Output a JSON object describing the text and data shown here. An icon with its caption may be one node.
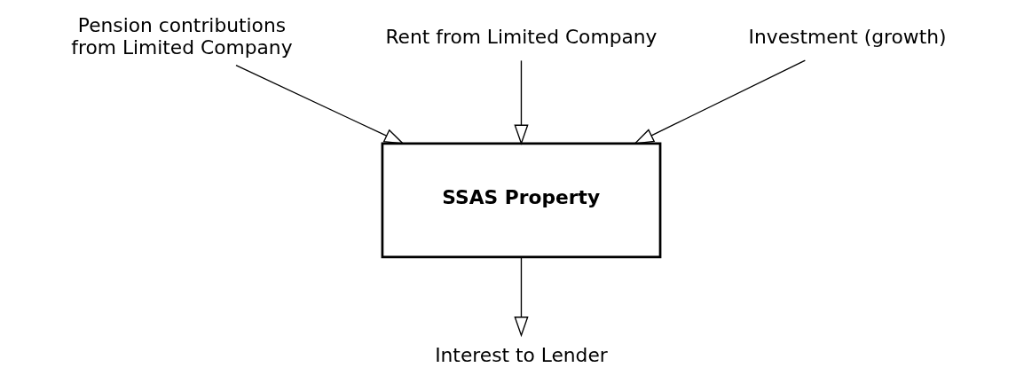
{
  "diagram": {
    "nodes": [
      {
        "text": [
          "Pension contributions from Limited Company"
        ]
      },
      {
        "text": [
          "Rent from Limited Company"
        ]
      },
      {
        "text": [
          "Investment (growth)"
        ]
      },
      {
        "text": [
          "SSAS Property"
        ]
      },
      {
        "text": [
          "Interest to Lender"
        ]
      }
    ],
    "edges": [
      {
        "from": 0,
        "to": 3,
        "arrow": "to"
      },
      {
        "from": 1,
        "to": 3,
        "arrow": "to"
      },
      {
        "from": 2,
        "to": 3,
        "arrow": "to"
      },
      {
        "from": 3,
        "to": 4,
        "arrow": "to"
      }
    ]
  }
}
